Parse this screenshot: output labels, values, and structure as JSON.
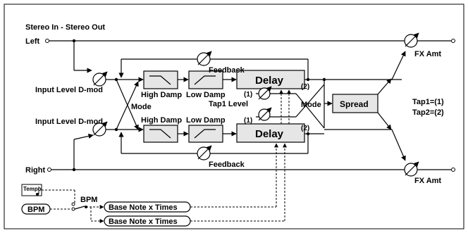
{
  "title": "Stereo In - Stereo Out",
  "inputs": {
    "left": "Left",
    "right": "Right"
  },
  "outputs": {
    "fx_amt_top": "FX Amt",
    "fx_amt_bottom": "FX Amt"
  },
  "controls": {
    "input_level_top": "Input Level D-mod",
    "input_level_bottom": "Input Level D-mod",
    "feedback_top": "Feedback",
    "feedback_bottom": "Feedback",
    "mode_left": "Mode",
    "mode_right": "Mode",
    "tap1_level": "Tap1 Level",
    "tap_num_top": "(1)",
    "tap_num_bottom": "(1)",
    "tap_out_top": "(2)",
    "tap_out_bottom": "(2)"
  },
  "blocks": {
    "high_damp_top": "High Damp",
    "low_damp_top": "Low Damp",
    "high_damp_bottom": "High Damp",
    "low_damp_bottom": "Low Damp",
    "delay_top": "Delay",
    "delay_bottom": "Delay",
    "spread": "Spread"
  },
  "legend": {
    "tap1": "Tap1=(1)",
    "tap2": "Tap2=(2)"
  },
  "tempo": {
    "tempo_label": "Tempo",
    "bpm_button": "BPM",
    "bpm_switch_label": "BPM",
    "base_note_top": "Base Note x Times",
    "base_note_bottom": "Base Note x Times"
  }
}
